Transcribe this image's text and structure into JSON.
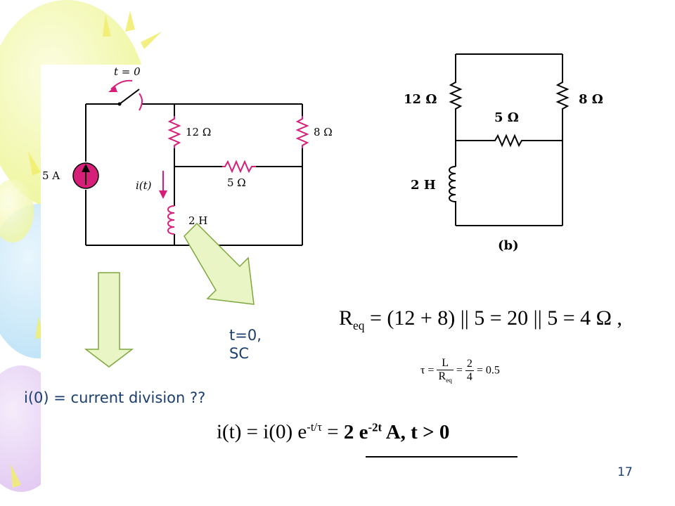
{
  "circuit_a": {
    "switch_label": "t = 0",
    "source_label": "5 A",
    "current_label": "i(t)",
    "r1_label": "12 Ω",
    "r2_label": "8 Ω",
    "r3_label": "5 Ω",
    "inductor_label": "2 H"
  },
  "circuit_b": {
    "r1_label": "12 Ω",
    "r2_label": "8 Ω",
    "r3_label": "5 Ω",
    "inductor_label": "2 H",
    "caption": "(b)"
  },
  "annotations": {
    "sc_label": "t=0, SC",
    "i0_label": "i(0) = current division ??"
  },
  "equations": {
    "req": {
      "lhs": "R",
      "lhs_sub": "eq",
      "rhs": " = (12 + 8) || 5 = 20 || 5 = 4 Ω ,"
    },
    "tau": {
      "lhs": "τ =",
      "f1_num": "L",
      "f1_den_main": "R",
      "f1_den_sub": "eq",
      "mid": "=",
      "f2_num": "2",
      "f2_den": "4",
      "rhs": "= 0.5"
    },
    "it": {
      "lhs": "i(t) = i(0) e",
      "lhs_sup": "-t/τ",
      "eq": " = ",
      "res": "2 e",
      "res_sup": "-2t",
      "res_tail": " A,   t > 0"
    }
  },
  "page_number": "17",
  "colors": {
    "circuit_accent": "#d61f78",
    "arrow_fill": "#eaf5c6",
    "arrow_stroke": "#7ea63f",
    "text_blue": "#1a3f6e"
  }
}
